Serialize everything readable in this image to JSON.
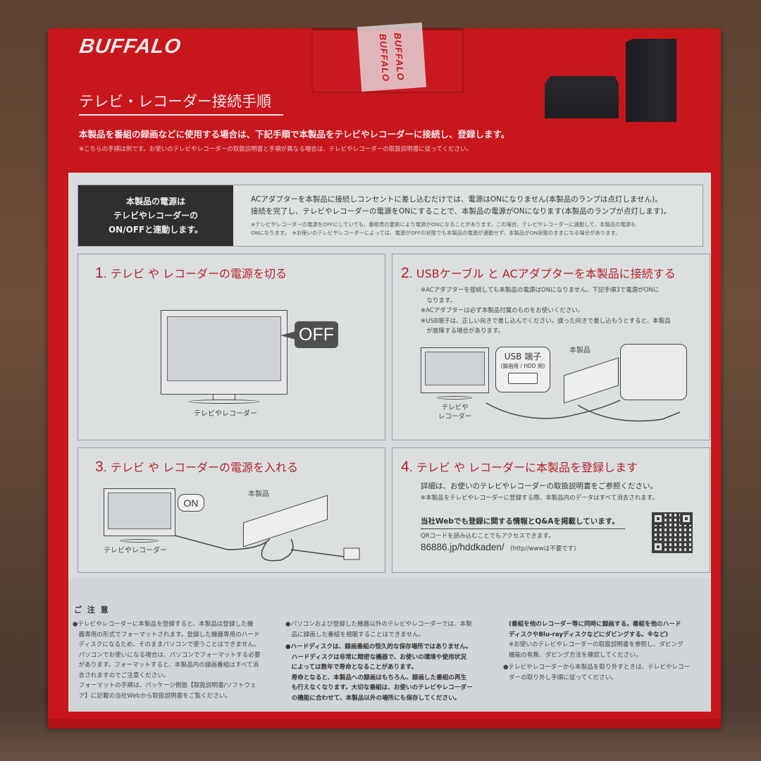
{
  "package": {
    "brand": "BUFFALO",
    "tape_text": [
      "BUFFALO",
      "BUFFALO"
    ],
    "title": "テレビ・レコーダー接続手順",
    "intro": "本製品を番組の録画などに使用する場合は、下記手順で本製品をテレビやレコーダーに接続し、登録します。",
    "intro_note": "※こちらの手順は例です。お使いのテレビやレコーダーの取扱説明書と手順が異なる場合は、テレビやレコーダーの取扱説明書に従ってください。",
    "colors": {
      "box_red": "#c8161d",
      "panel_gray": "#d9dcde",
      "step_red": "#b3222a",
      "dark_box": "#2f2f31"
    }
  },
  "power_info": {
    "label_lines": [
      "本製品の電源は",
      "テレビやレコーダーの",
      "ON/OFFと連動します。"
    ],
    "line1": "ACアダプターを本製品に接続しコンセントに差し込むだけでは、電源はONになりません(本製品のランプは点灯しません)。",
    "line2": "接続を完了し、テレビやレコーダーの電源をONにすることで、本製品の電源がONになります(本製品のランプが点灯します)。",
    "note1": "※テレビやレコーダーの電源をOFFにしていても、番組表の更新により電源がONになることがあります。この場合、テレビやレコーダーに連動して、本製品の電源も",
    "note2": "ONになります。　※お使いのテレビやレコーダーによっては、電源がOFFの状態でも本製品の電源が連動せず、本製品がON状態のままになる場合があります。"
  },
  "steps": [
    {
      "num": "1",
      "title": "テレビ や レコーダーの電源を切る",
      "bubble": "OFF",
      "caption": "テレビやレコーダー"
    },
    {
      "num": "2",
      "title": "USBケーブル と ACアダプターを本製品に接続する",
      "notes": [
        "※ACアダプターを接続しても本製品の電源はONになりません。下記手順3で電源がONに",
        "　なります。",
        "※ACアダプターは必ず本製品付属のものをお使いください。",
        "※USB端子は、正しい向きで差し込んでください。誤った向きで差し込もうとすると、本製品",
        "　が故障する場合があります。"
      ],
      "usb_label": "USB 端子",
      "usb_sub": "(録画用 / HDD 用)",
      "product_label": "本製品",
      "caption_lines": [
        "テレビや",
        "レコーダー"
      ]
    },
    {
      "num": "3",
      "title": "テレビ や レコーダーの電源を入れる",
      "bubble": "ON",
      "product_label": "本製品",
      "caption": "テレビやレコーダー"
    },
    {
      "num": "4",
      "title": "テレビ や レコーダーに本製品を登録します",
      "detail": "詳細は、お使いのテレビやレコーダーの取扱説明書をご参照ください。",
      "note": "※本製品をテレビやレコーダーに登録する際、本製品内のデータはすべて消去されます。",
      "web_info": "当社Webでも登録に関する情報とQ&Aを掲載しています。",
      "qr_note": "QRコードを読み込むことでもアクセスできます。",
      "url": "86886.jp/hddkaden/",
      "url_note": "(http//wwwは不要です)"
    }
  ],
  "caution": {
    "title": "ご 注 意",
    "col1": [
      "●テレビやレコーダーに本製品を登録すると、本製品は登録した機",
      "　器専用の形式でフォーマットされます。登録した機器専用のハード",
      "　ディスクになるため、そのままパソコンで使うことはできません。",
      "　パソコンでお使いになる場合は、パソコンでフォーマットする必要",
      "　があります。フォーマットすると、本製品内の録画番組はすべて消",
      "　去されますのでご注意ください。",
      "　フォーマットの手順は、パッケージ側面【取扱説明書/ソフトウェ",
      "　ア】に記載の当社Webから取扱説明書をご覧ください。"
    ],
    "col2_normal": [
      "●パソコンおよび登録した機器以外のテレビやレコーダーでは、本製",
      "　品に録画した番組を視聴することはできません。"
    ],
    "col2_bold": [
      "●ハードディスクは、録画番組の恒久的な保存場所ではありません。",
      "　ハードディスクは非常に精密な機器で、お使いの環境や使用状況",
      "　によっては数年で寿命となることがあります。",
      "　寿命となると、本製品への録画はもちろん、録画した番組の再生",
      "　も行えなくなります。大切な番組は、お使いのテレビやレコーダー",
      "　の機能に合わせて、本製品以外の場所にも保存してください。"
    ],
    "col3_bold": [
      "(番組を他のレコーダー等に同時に録画する。番組を他のハード",
      "ディスクやBlu-rayディスクなどにダビングする。※など)"
    ],
    "col3_normal": [
      "※お使いのテレビやレコーダーの取扱説明書を参照し、ダビング",
      "機能の有無、ダビング方法を確認してください。",
      "●テレビやレコーダーから本製品を取り外すときは、テレビやレコー",
      "ダーの取り外し手順に従ってください。"
    ]
  }
}
